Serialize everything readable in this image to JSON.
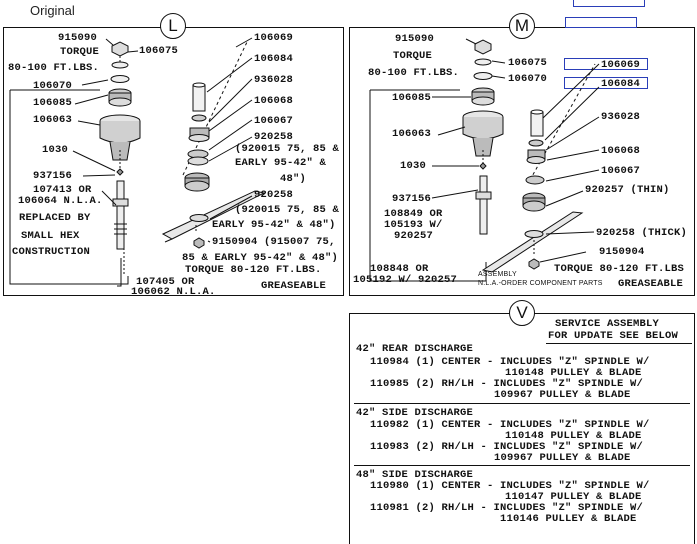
{
  "caption": "Original",
  "panel_l": {
    "letter": "L",
    "labels": {
      "p915090": "915090",
      "torque1": "TORQUE",
      "torque2": "80-100 FT.LBS.",
      "p106075": "106075",
      "p106070": "106070",
      "p106085": "106085",
      "p106063": "106063",
      "p1030": "1030",
      "p937156": "937156",
      "p107413": "107413 OR",
      "p106064": "106064 N.L.A.",
      "replaced": "REPLACED BY",
      "small_hex": "SMALL HEX",
      "construction": "CONSTRUCTION",
      "p107405": "107405 OR",
      "p106062": "106062 N.L.A.",
      "p106069": "106069",
      "p106084": "106084",
      "p936028": "936028",
      "p106068": "106068",
      "p106067": "106067",
      "p920258a": "920258",
      "p920258a_note1": "(920015 75, 85 &",
      "p920258a_note2": "EARLY 95-42\" &",
      "p920258a_note3": "48\")",
      "p920258b": "920258",
      "p920258b_note1": "(920015 75, 85 &",
      "p920258b_note2": "EARLY 95-42\" & 48\")",
      "p9150904": "9150904 (915007 75,",
      "p9150904_note": "85 & EARLY 95-42\" & 48\")",
      "torque_bottom": "TORQUE 80-120 FT.LBS.",
      "greaseable": "GREASEABLE"
    }
  },
  "panel_m": {
    "letter": "M",
    "labels": {
      "p915090": "915090",
      "torque1": "TORQUE",
      "torque2": "80-100 FT.LBS.",
      "p106075": "106075",
      "p106070": "106070",
      "p106085": "106085",
      "p106063": "106063",
      "p1030": "1030",
      "p937156": "937156",
      "p108849": "108849 OR",
      "p105193": "105193 W/",
      "p920257a": "920257",
      "p108848": "108848 OR",
      "p105192": "105192 W/ 920257",
      "assembly1": "ASSEMBLY",
      "assembly2": "N.L.A.-ORDER COMPONENT PARTS",
      "p106069": "106069",
      "p106084": "106084",
      "p936028": "936028",
      "p106068": "106068",
      "p106067": "106067",
      "p920257": "920257 (THIN)",
      "p920258": "920258 (THICK)",
      "p9150904": "9150904",
      "torque_bottom": "TORQUE 80-120 FT.LBS",
      "greaseable": "GREASEABLE"
    }
  },
  "panel_v": {
    "letter": "V",
    "header1": "SERVICE ASSEMBLY",
    "header2": "FOR UPDATE SEE BELOW",
    "sections": [
      {
        "title": "42\" REAR DISCHARGE",
        "line1": "110984 (1) CENTER - INCLUDES \"Z\" SPINDLE W/",
        "line2": "110148 PULLEY & BLADE",
        "line3": "110985 (2) RH/LH - INCLUDES \"Z\" SPINDLE W/",
        "line4": "109967 PULLEY & BLADE"
      },
      {
        "title": "42\" SIDE DISCHARGE",
        "line1": "110982 (1) CENTER - INCLUDES \"Z\" SPINDLE W/",
        "line2": "110148 PULLEY & BLADE",
        "line3": "110983 (2) RH/LH - INCLUDES \"Z\" SPINDLE W/",
        "line4": "109967 PULLEY & BLADE"
      },
      {
        "title": "48\" SIDE DISCHARGE",
        "line1": "110980 (1) CENTER - INCLUDES \"Z\" SPINDLE W/",
        "line2": "110147 PULLEY & BLADE",
        "line3": "110981 (2) RH/LH - INCLUDES \"Z\" SPINDLE W/",
        "line4": "110146 PULLEY & BLADE"
      }
    ]
  }
}
